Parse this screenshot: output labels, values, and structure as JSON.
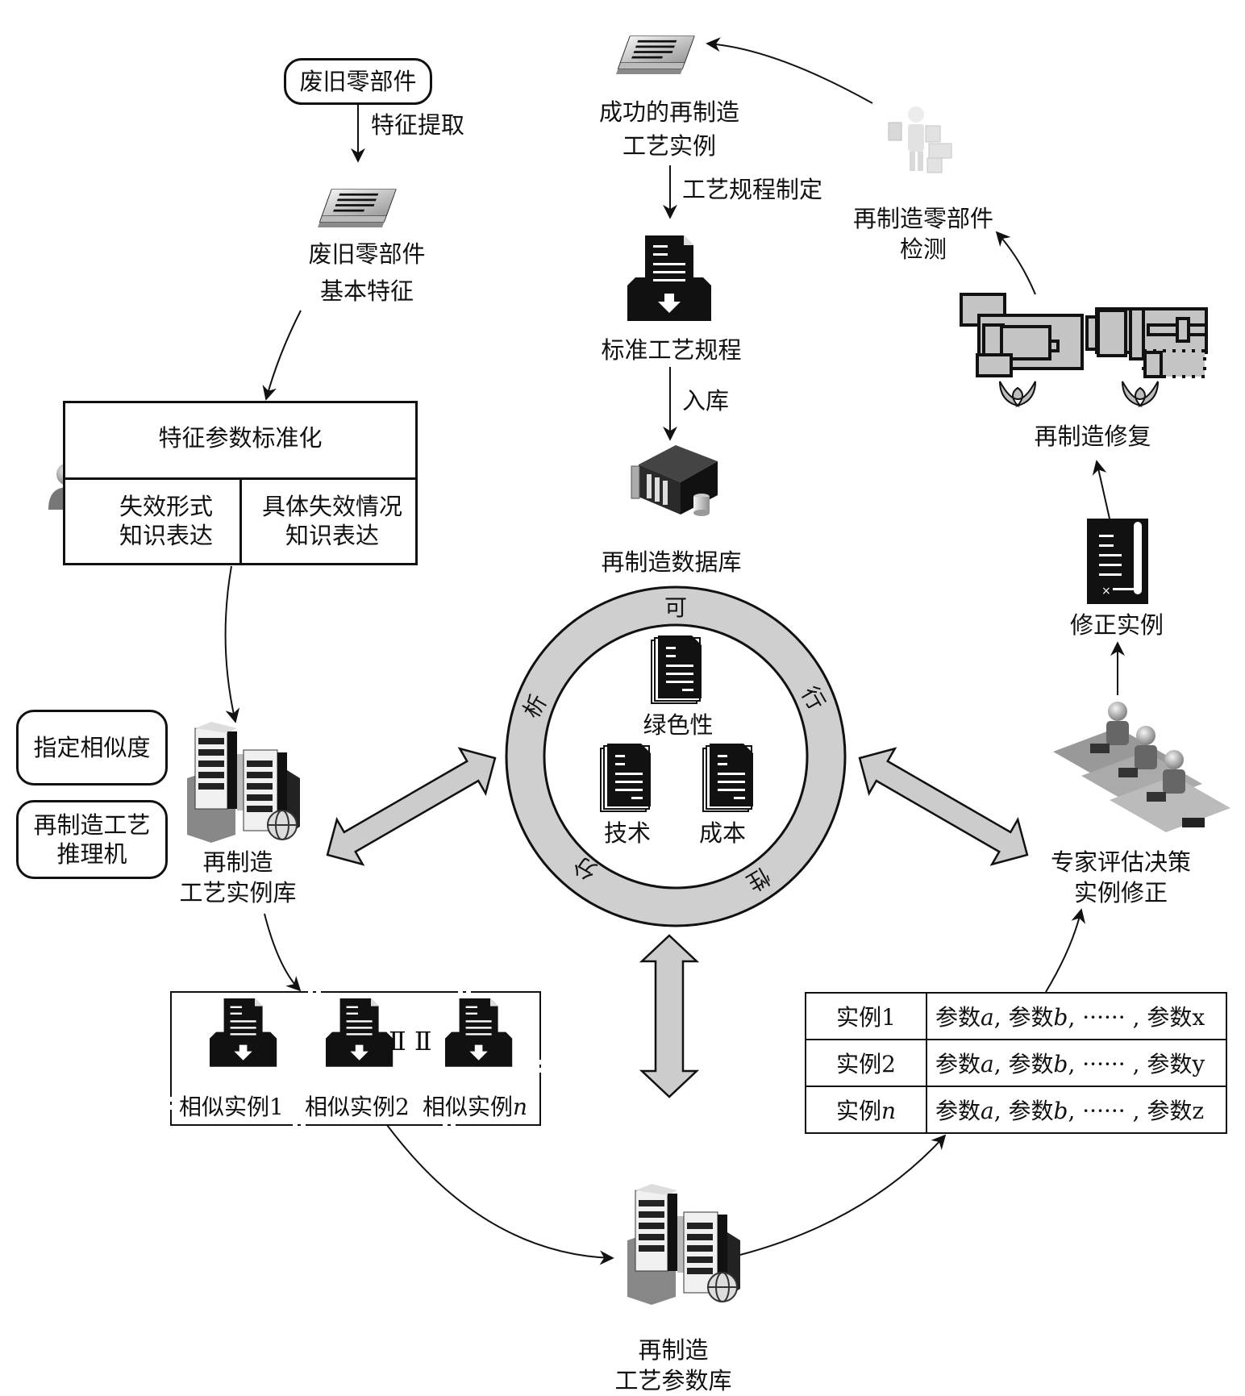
{
  "colors": {
    "ring_fill": "#cfcfcf",
    "arrow_fill": "#cccccc",
    "stroke": "#111111",
    "background": "#ffffff"
  },
  "top_left": {
    "start_box": "废旧零部件",
    "extract_label": "特征提取",
    "features_label_line1": "废旧零部件",
    "features_label_line2": "基本特征"
  },
  "feature_box": {
    "title": "特征参数标准化",
    "cells": [
      {
        "line1": "失效形式",
        "line2": "知识表达"
      },
      {
        "line1": "具体失效情况",
        "line2": "知识表达"
      }
    ]
  },
  "left_side": {
    "similarity_box": "指定相似度",
    "reasoner_box_line1": "再制造工艺",
    "reasoner_box_line2": "推理机",
    "case_lib_line1": "再制造",
    "case_lib_line2": "工艺实例库"
  },
  "similar_cases": {
    "items": [
      "相似实例1",
      "相似实例2",
      "相似实例"
    ],
    "last_suffix": "n",
    "separator": "Ⅱ Ⅱ"
  },
  "bottom": {
    "param_lib_line1": "再制造",
    "param_lib_line2": "工艺参数库"
  },
  "param_table": {
    "rows": [
      {
        "case": "实例1",
        "case_suffix": "",
        "params": [
          "参数",
          "a",
          ", 参数",
          "b",
          ", ······ ,  参数x"
        ]
      },
      {
        "case": "实例2",
        "case_suffix": "",
        "params": [
          "参数",
          "a",
          ", 参数",
          "b",
          ", ······ ,  参数y"
        ]
      },
      {
        "case": "实例",
        "case_suffix": "n",
        "params": [
          "参数",
          "a",
          ", 参数",
          "b",
          ", ······ ,  参数z"
        ]
      }
    ]
  },
  "right_side": {
    "expert_line1": "专家评估决策",
    "expert_line2": "实例修正",
    "revise_label": "修正实例",
    "repair_label": "再制造修复",
    "inspect_line1": "再制造零部件",
    "inspect_line2": "检测"
  },
  "top_center": {
    "success_line1": "成功的再制造",
    "success_line2": "工艺实例",
    "make_rule_label": "工艺规程制定",
    "standard_label": "标准工艺规程",
    "store_label": "入库",
    "database_label": "再制造数据库"
  },
  "ring": {
    "chars": [
      "可",
      "行",
      "性",
      "分",
      "析"
    ],
    "inner_items": [
      "绿色性",
      "技术",
      "成本"
    ]
  },
  "icons": [
    "stacked-documents-icon",
    "document-inbox-icon",
    "server-rack-icon",
    "server-cluster-icon",
    "expert-user-icon",
    "inspection-worker-icon",
    "cnc-machine-icon",
    "document-pen-icon",
    "expert-team-icon",
    "document-stack-icon"
  ]
}
